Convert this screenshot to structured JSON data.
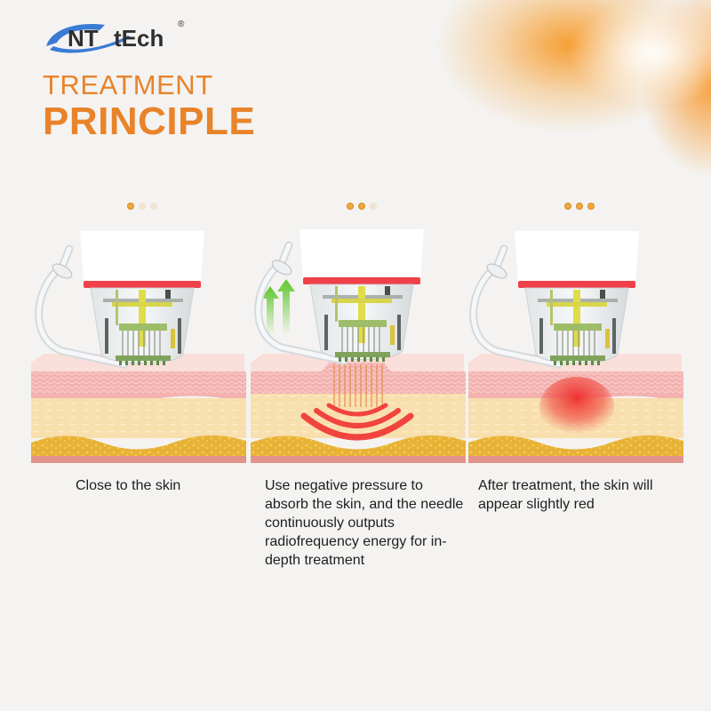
{
  "brand": {
    "logo_text_1": "NT",
    "logo_text_2": "tEch",
    "registered_mark": "®",
    "colors": {
      "blue": "#3a7bd5",
      "dark": "#2f2f2f"
    }
  },
  "header": {
    "title_line_1": "TREATMENT",
    "title_line_2": "PRINCIPLE",
    "accent_color": "#e8832a"
  },
  "steps": [
    {
      "step_indicator": {
        "active": 1,
        "total": 3
      },
      "illustration": "device-resting-on-skin",
      "caption": "Close to the skin"
    },
    {
      "step_indicator": {
        "active": 2,
        "total": 3
      },
      "illustration": "device-suction-with-rf-waves",
      "caption": "Use negative pressure to absorb the skin, and the needle continuously outputs radiofrequency energy for in-depth treatment"
    },
    {
      "step_indicator": {
        "active": 3,
        "total": 3
      },
      "illustration": "device-with-reddened-skin",
      "caption": "After treatment, the skin will appear slightly red"
    }
  ],
  "colors": {
    "dot_active": "#f2a83c",
    "dot_inactive": "#f0e3d0",
    "device_red_band": "#f0414a",
    "skin_epidermis": "#f4b6b4",
    "skin_dermis": "#f7dcaa",
    "skin_fat": "#e9b43a",
    "skin_base": "#e2938a",
    "rf_wave": "#ef2a2a",
    "suction_arrow": "#6fcf3a"
  }
}
